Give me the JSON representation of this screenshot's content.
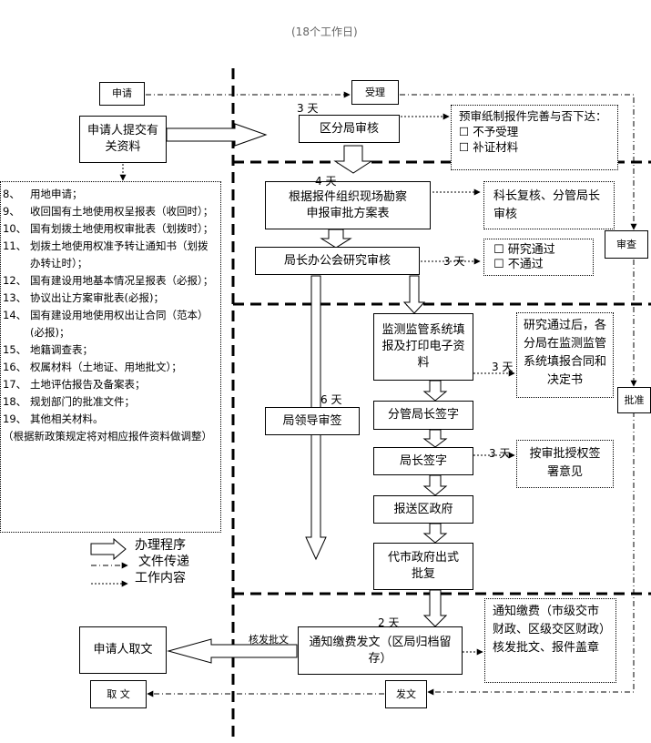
{
  "header": {
    "days_total": "(18个工作日)"
  },
  "boxes": {
    "apply": "申请",
    "applicant_submit": "申请人提交有关资料",
    "accept": "受理",
    "district_review": "区分局审核",
    "site_survey": "根据报件组织现场勘察申报审批方案表",
    "director_meeting": "局长办公会研究审核",
    "leader_sign": "局领导审签",
    "monitoring_system": "监测监管系统填报及打印电子资料",
    "deputy_sign": "分管局长签字",
    "director_sign": "局长签字",
    "report_district_gov": "报送区政府",
    "city_gov_approval": "代市政府出式批复",
    "notify_fee": "通知缴费发文（区局归档留存）",
    "applicant_collect": "申请人取文",
    "collect": "取 文",
    "issue": "发文",
    "review": "审查",
    "approve": "批准"
  },
  "notes": {
    "pre_review_title": "预审纸制报件完善与否下达：",
    "pre_review_opt1": "不予受理",
    "pre_review_opt2": "补证材料",
    "section_review": "科长复核、分管局长审核",
    "meeting_opt1": "研究通过",
    "meeting_opt2": "不通过",
    "after_pass": "研究通过后，各分局在监测监管系统填报合同和决定书",
    "authorization": "按审批授权签署意见",
    "fee_notice": "通知缴费（市级交市财政、区级交区财政）核发批文、报件盖章"
  },
  "days": {
    "d_accept": "3 天",
    "d_survey": "4 天",
    "d_meeting": "3 天",
    "d_leader": "6 天",
    "d_monitor": "3 天",
    "d_director": "3 天",
    "d_notify": "2 天"
  },
  "labels": {
    "issue_approval": "核发批文"
  },
  "documents": [
    {
      "num": "8、",
      "text": "用地申请；"
    },
    {
      "num": "9、",
      "text": "收回国有土地使用权呈报表（收回时）；"
    },
    {
      "num": "10、",
      "text": "国有划拨土地使用权审批表（划拨时）；"
    },
    {
      "num": "11、",
      "text": "划拨土地使用权准予转让通知书（划拨办转让时）；"
    },
    {
      "num": "12、",
      "text": "国有建设用地基本情况呈报表（必报）；"
    },
    {
      "num": "13、",
      "text": "协议出让方案审批表(必报)；"
    },
    {
      "num": "14、",
      "text": "国有建设用地使用权出让合同（范本）(必报)；"
    },
    {
      "num": "15、",
      "text": "地籍调查表；"
    },
    {
      "num": "16、",
      "text": "权属材料（土地证、用地批文）；"
    },
    {
      "num": "17、",
      "text": "土地评估报告及备案表；"
    },
    {
      "num": "18、",
      "text": "规划部门的批准文件；"
    },
    {
      "num": "19、",
      "text": "其他相关材料。"
    }
  ],
  "documents_note": "（根据新政策规定将对相应报件资料做调整）",
  "legend": {
    "procedure": "办理程序",
    "transfer": "文件传递",
    "content": "工作内容"
  }
}
